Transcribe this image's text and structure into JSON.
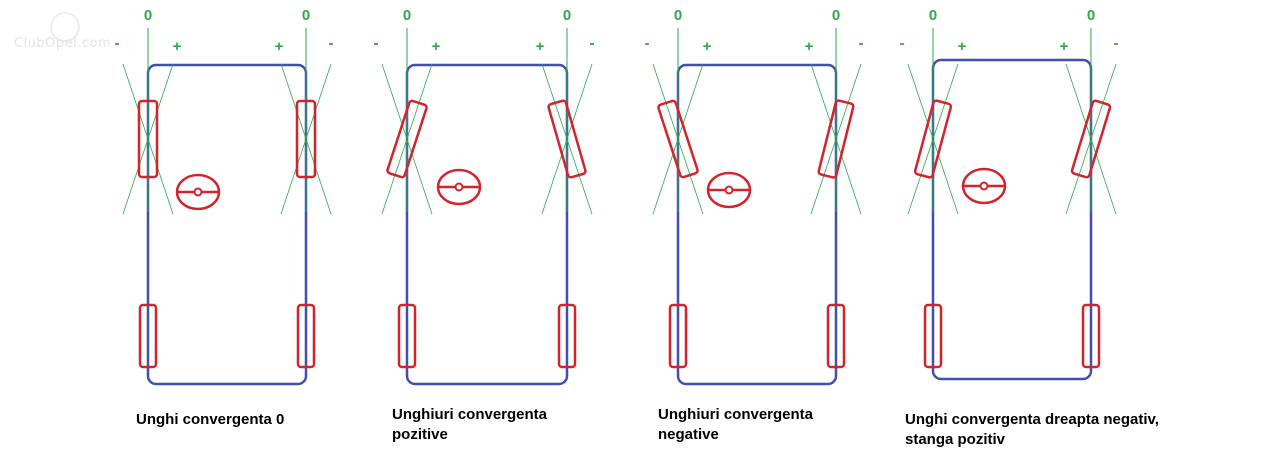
{
  "watermark": {
    "text": "ClubOpel.com"
  },
  "colors": {
    "body": "#3f4fb2",
    "wheel": "#d3232b",
    "guide": "#2ea84a",
    "steering": "#d3232b",
    "text": "#000000"
  },
  "sign_labels": {
    "zero": "0",
    "plus": "+",
    "minus": "-"
  },
  "panels": [
    {
      "caption_lines": [
        "Unghi convergenta 0"
      ],
      "left_wheel": "straight",
      "right_wheel": "straight"
    },
    {
      "caption_lines": [
        "Unghiuri convergenta",
        "pozitive"
      ],
      "left_wheel": "toe-in",
      "right_wheel": "toe-in"
    },
    {
      "caption_lines": [
        "Unghiuri convergenta",
        "negative"
      ],
      "left_wheel": "toe-out",
      "right_wheel": "toe-out"
    },
    {
      "caption_lines": [
        "Unghi convergenta dreapta negativ,",
        "stanga pozitiv"
      ],
      "left_wheel": "toe-in",
      "right_wheel": "toe-out"
    }
  ]
}
